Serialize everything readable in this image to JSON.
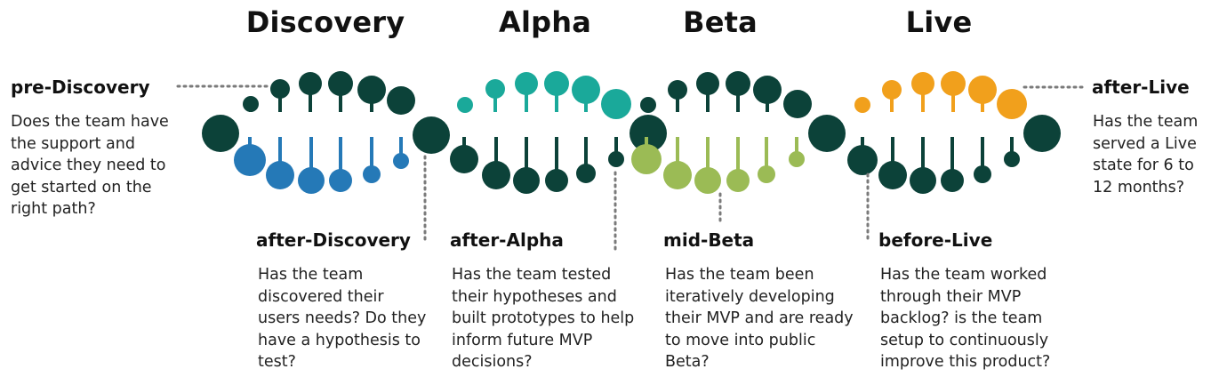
{
  "phases": [
    "Discovery",
    "Alpha",
    "Beta",
    "Live"
  ],
  "colors": {
    "dark": "#0c4239",
    "blue": "#2579b7",
    "teal": "#1aa99a",
    "lime": "#9bbb55",
    "orange": "#f1a01c",
    "dots": "#7a7a7a"
  },
  "checkpoints": [
    {
      "title": "pre-Discovery",
      "text": "Does the team have the support and advice they need to get started on the right path?"
    },
    {
      "title": "after-Discovery",
      "text": "Has the team discovered their users needs? Do they have a hypothesis to test?"
    },
    {
      "title": "after-Alpha",
      "text": "Has the team tested their hypotheses and built prototypes to help inform future MVP decisions?"
    },
    {
      "title": "mid-Beta",
      "text": "Has the team been iteratively developing their MVP and are ready to move into public Beta?"
    },
    {
      "title": "before-Live",
      "text": "Has the team worked through their MVP backlog? is the team setup to continuously improve this product?"
    },
    {
      "title": "after-Live",
      "text": "Has the team served a Live state for 6 to 12 months?"
    }
  ]
}
